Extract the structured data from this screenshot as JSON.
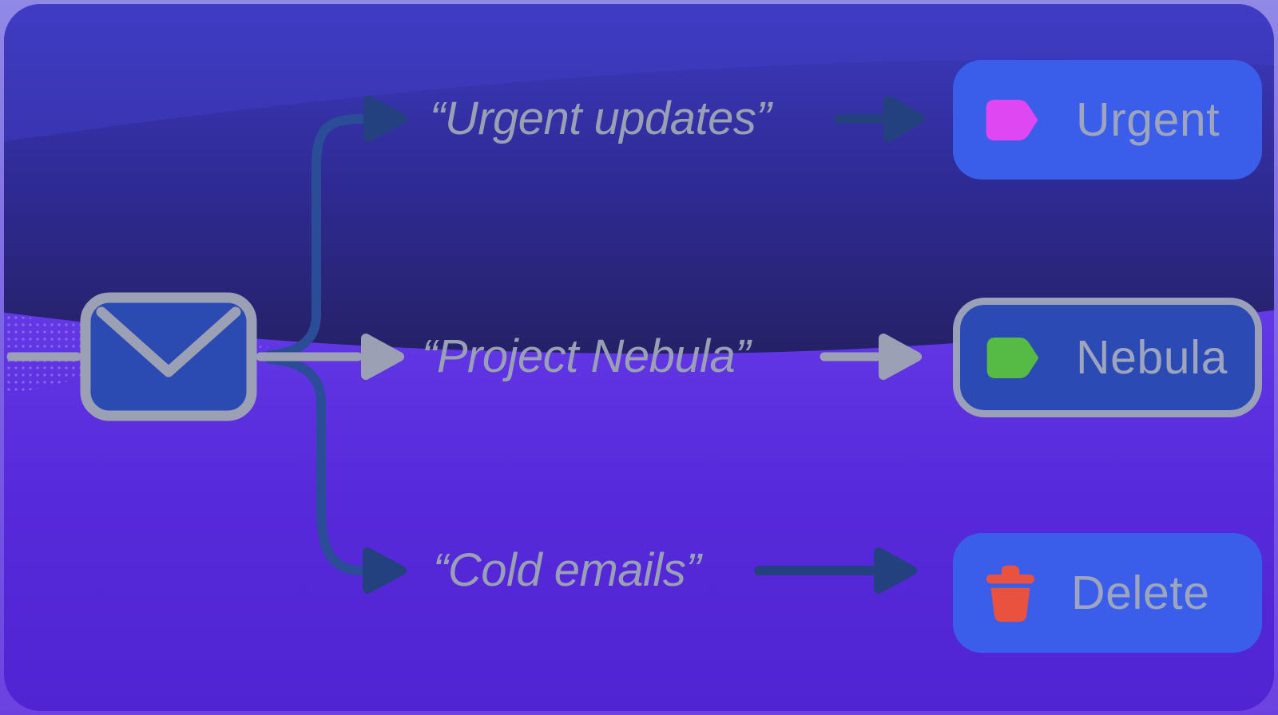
{
  "diagram": {
    "source": {
      "icon": "envelope"
    },
    "rules": [
      {
        "condition": "“Urgent updates”",
        "action": {
          "label": "Urgent",
          "icon": "tag",
          "icon_color": "#de47f1",
          "style": "filled"
        }
      },
      {
        "condition": "“Project Nebula”",
        "action": {
          "label": "Nebula",
          "icon": "tag",
          "icon_color": "#55bb44",
          "style": "outlined"
        }
      },
      {
        "condition": "“Cold emails”",
        "action": {
          "label": "Delete",
          "icon": "trash",
          "icon_color": "#e9523f",
          "style": "filled"
        }
      }
    ],
    "colors": {
      "card_top_navy": "#2f2b96",
      "card_bottom_purple": "#5428d8",
      "badge_filled_bg": "#3a5eea",
      "badge_outlined_bg": "#2b4ab3",
      "badge_border": "#9aa0b8",
      "text_gray": "#9aa0b4",
      "connector_gray": "#9ba0b4",
      "connector_blue": "#2b4d97",
      "arrow_dark_blue": "#24417f",
      "envelope_fill": "#2b4bb2"
    }
  }
}
